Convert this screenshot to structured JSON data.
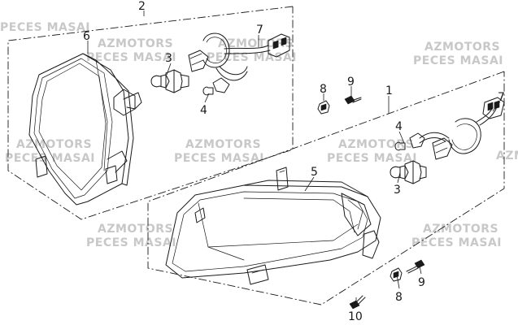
{
  "watermark": {
    "line1": "AZMOTORS",
    "line2": "PECES MASAI",
    "line2_cut": "PECES MASAI"
  },
  "callouts": {
    "c1": "1",
    "c2": "2",
    "c3a": "3",
    "c3b": "3",
    "c4a": "4",
    "c4b": "4",
    "c5": "5",
    "c6": "6",
    "c7a": "7",
    "c7b": "7",
    "c8a": "8",
    "c8b": "8",
    "c9a": "9",
    "c9b": "9",
    "c10": "10"
  }
}
